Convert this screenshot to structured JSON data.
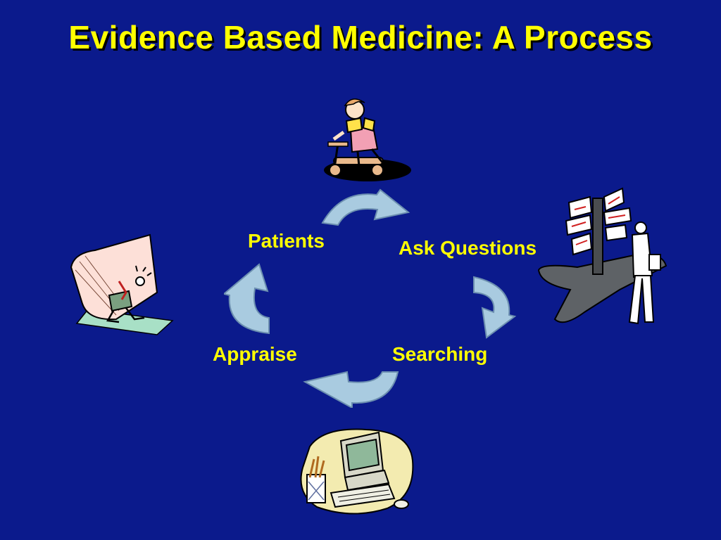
{
  "slide": {
    "title": "Evidence Based Medicine: A Process",
    "background": "#0b1a8c",
    "accent": "#ffff00"
  },
  "cycle": {
    "steps": [
      {
        "label": "Patients"
      },
      {
        "label": "Ask Questions"
      },
      {
        "label": "Searching"
      },
      {
        "label": "Appraise"
      }
    ],
    "arrow_color": "#a9cbe0"
  },
  "illustrations": {
    "patients": "child-on-scooter",
    "ask_questions": "person-at-signpost",
    "searching": "computer-workstation",
    "appraise": "person-with-folder"
  }
}
